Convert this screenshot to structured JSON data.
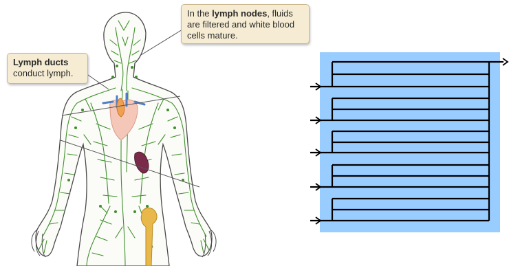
{
  "callouts": {
    "lymph_nodes": {
      "pre": "In the ",
      "bold": "lymph nodes",
      "post": ", fluids are filtered and white blood cells mature."
    },
    "lymph_ducts": {
      "bold": "Lymph ducts",
      "post": "conduct lymph."
    }
  },
  "colors": {
    "vessel_green": "#3f8f2b",
    "skin_outline": "#4a4a4a",
    "heart": "#f4c7b8",
    "thymus": "#f0a050",
    "spleen": "#7a2b4a",
    "bone": "#e8b84a",
    "exchanger_fill": "#99ccff",
    "flow_line": "#000000"
  },
  "icons": {
    "inlet": "arrow-right-icon",
    "outlet": "arrow-right-icon"
  }
}
